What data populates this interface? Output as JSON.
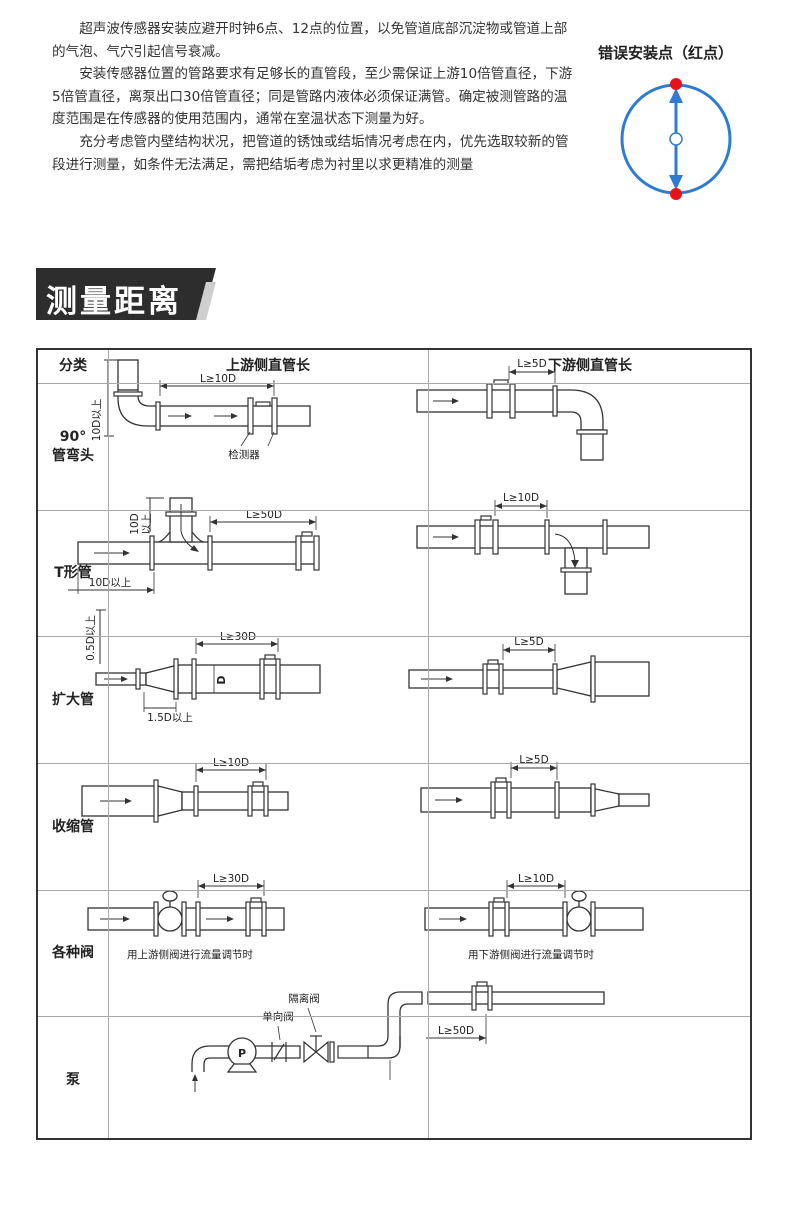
{
  "intro": {
    "p1": "超声波传感器安装应避开时钟6点、12点的位置，以免管道底部沉淀物或管道上部的气泡、气穴引起信号衰减。",
    "p2": "安装传感器位置的管路要求有足够长的直管段，至少需保证上游10倍管直径，下游5倍管直径，离泵出口30倍管直径；同是管路内液体必须保证满管。确定被测管路的温度范围是在传感器的使用范围内，通常在室温状态下测量为好。",
    "p3": "充分考虑管内壁结构状况，把管道的锈蚀或结垢情况考虑在内，优先选取较新的管段进行测量，如条件无法满足，需把结垢考虑为衬里以求更精准的测量"
  },
  "wrong_install": {
    "title": "错误安装点（红点）",
    "circle_color": "#2e7bd6",
    "point_color": "#e8121d"
  },
  "section_title": "测量距离",
  "table": {
    "headers": {
      "category": "分类",
      "upstream": "上游侧直管长",
      "downstream": "下游侧直管长"
    },
    "rows": [
      {
        "category_l1": "90°",
        "category_l2": "管弯头",
        "up_len": "L≥10D",
        "up_vert": "10D以上",
        "up_detector": "检测器",
        "down_len": "L≥5D"
      },
      {
        "category_l1": "T形管",
        "category_l2": "",
        "up_len": "L≥50D",
        "up_vert_a": "10D",
        "up_vert_b": "以上",
        "up_horiz": "10D以上",
        "down_len": "L≥10D"
      },
      {
        "category_l1": "扩大管",
        "category_l2": "",
        "up_len": "L≥30D",
        "up_vert": "0.5D以上",
        "up_d": "D",
        "up_horiz": "1.5D以上",
        "down_len": "L≥5D"
      },
      {
        "category_l1": "收缩管",
        "category_l2": "",
        "up_len": "L≥10D",
        "down_len": "L≥5D"
      },
      {
        "category_l1": "各种阀",
        "category_l2": "",
        "up_len": "L≥30D",
        "up_caption": "用上游侧阀进行流量调节时",
        "down_len": "L≥10D",
        "down_caption": "用下游侧阀进行流量调节时"
      },
      {
        "category_l1": "泵",
        "category_l2": "",
        "isolation_valve": "隔离阀",
        "check_valve": "单向阀",
        "pump_label": "P",
        "len": "L≥50D"
      }
    ]
  },
  "colors": {
    "banner_bg": "#2d2d2d",
    "banner_accent": "#cfcfcf",
    "table_border": "#333333",
    "pipe_stroke": "#333333"
  }
}
